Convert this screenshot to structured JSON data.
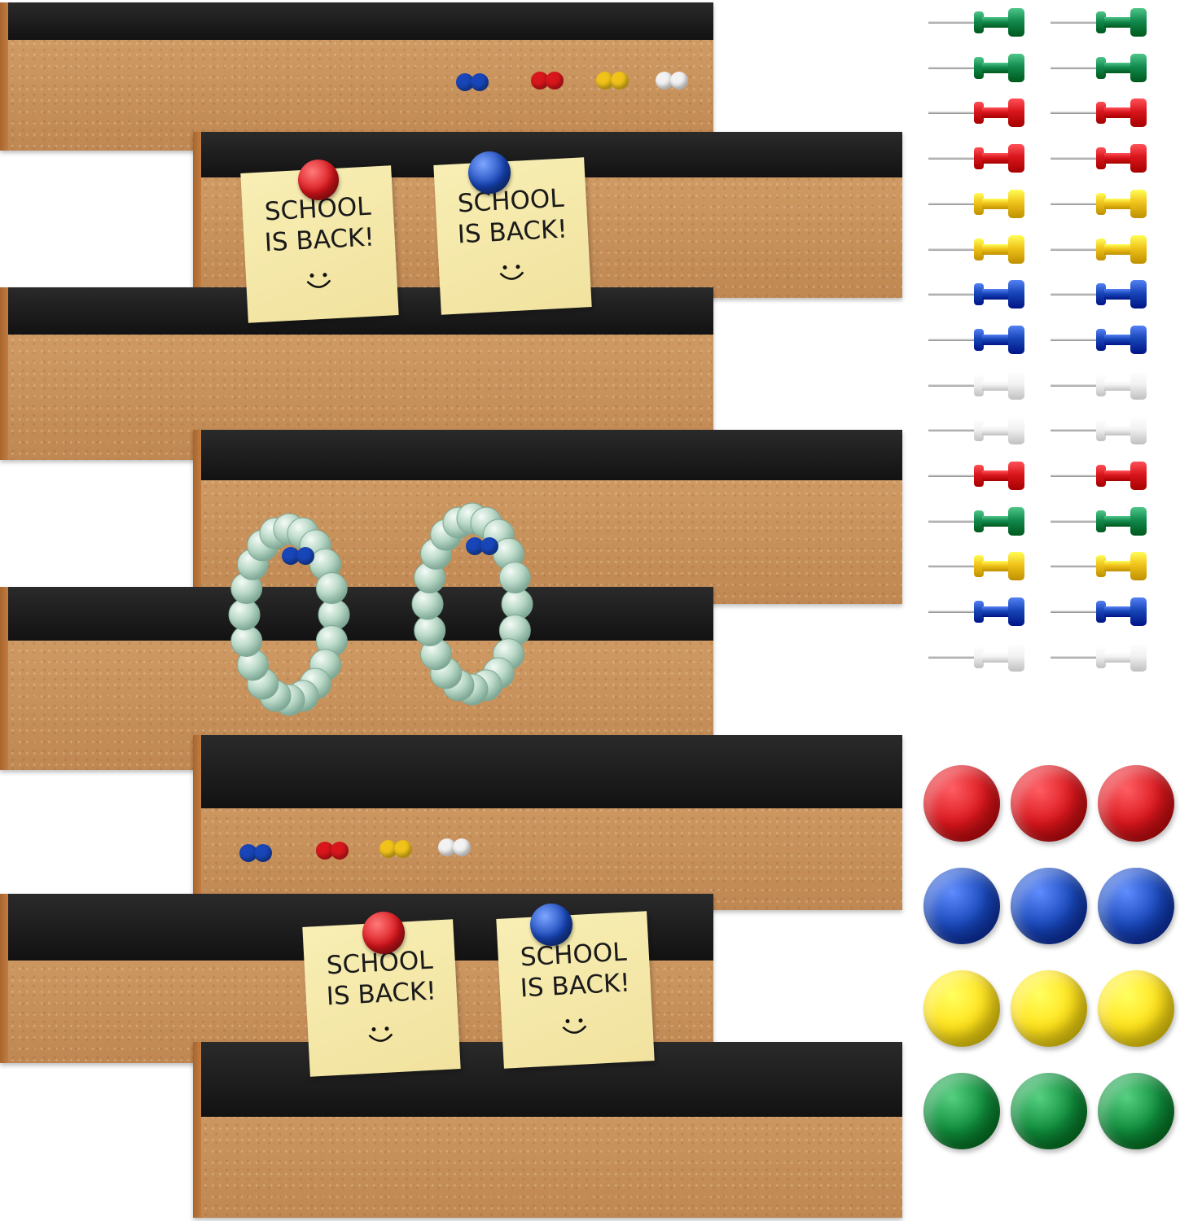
{
  "notes": [
    {
      "line1": "SCHOOL",
      "line2": "IS BACK!"
    },
    {
      "line1": "SCHOOL",
      "line2": "IS BACK!"
    },
    {
      "line1": "SCHOOL",
      "line2": "IS BACK!"
    },
    {
      "line1": "SCHOOL",
      "line2": "IS BACK!"
    }
  ],
  "colors": {
    "red": "#d8161c",
    "blue": "#1846b8",
    "yellow": "#f0c21a",
    "white": "#f2f2f2",
    "green": "#138a4e",
    "magnet_green": "#0e8a3a",
    "magnet_yellow": "#ffe21a"
  },
  "push_pin_colors": [
    "green",
    "green",
    "red",
    "red",
    "yellow",
    "yellow",
    "blue",
    "blue",
    "white",
    "white",
    "red",
    "green",
    "yellow",
    "blue",
    "white"
  ],
  "magnet_colors": [
    "red",
    "blue",
    "yellow",
    "green"
  ]
}
